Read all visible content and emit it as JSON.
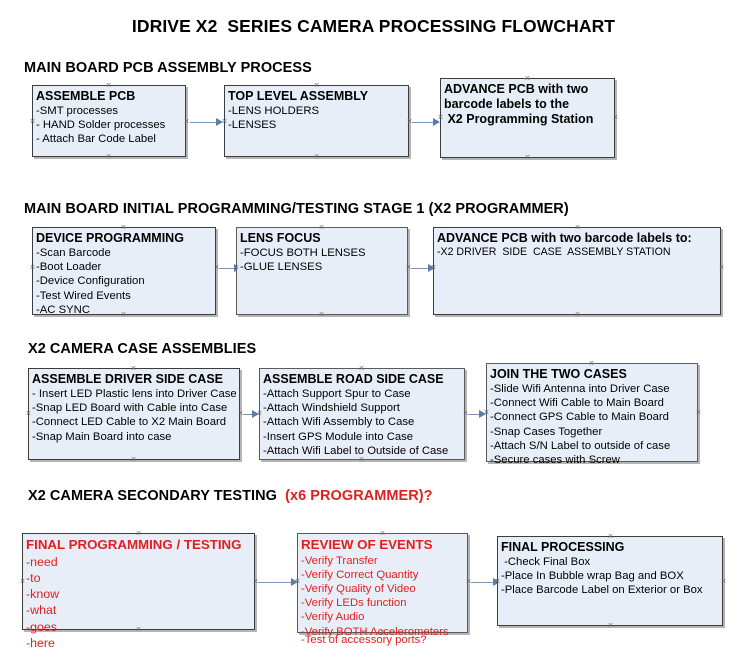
{
  "document": {
    "title": "IDRIVE X2  SERIES CAMERA PROCESSING FLOWCHART"
  },
  "sections": [
    {
      "id": "main-board-pcb-assembly",
      "heading": "MAIN BOARD PCB ASSEMBLY PROCESS",
      "heading_accent": "",
      "nodes": [
        {
          "id": "assemble-pcb",
          "title": "ASSEMBLE PCB",
          "lines": [
            "-SMT processes",
            "- HAND Solder processes",
            "- Attach Bar Code Label"
          ]
        },
        {
          "id": "top-level-assembly",
          "title": "TOP LEVEL ASSEMBLY",
          "lines": [
            "-LENS HOLDERS",
            "-LENSES"
          ]
        },
        {
          "id": "advance-pcb-to-x2-programming-station",
          "title": "ADVANCE PCB with two",
          "lines": [
            "barcode labels to the",
            " X2 Programming Station"
          ]
        }
      ]
    },
    {
      "id": "main-board-initial-programming",
      "heading": "MAIN BOARD INITIAL PROGRAMMING/TESTING STAGE 1 (X2 PROGRAMMER)",
      "heading_accent": "",
      "nodes": [
        {
          "id": "device-programming",
          "title": "DEVICE PROGRAMMING",
          "lines": [
            "-Scan Barcode",
            "-Boot Loader",
            "-Device Configuration",
            "-Test Wired Events",
            "-AC SYNC"
          ]
        },
        {
          "id": "lens-focus",
          "title": "LENS FOCUS",
          "lines": [
            "-FOCUS BOTH LENSES",
            "-GLUE LENSES"
          ]
        },
        {
          "id": "advance-pcb-to-driver-side-case-station",
          "title": "ADVANCE PCB with two barcode labels to:",
          "lines": [
            "-X2 DRIVER  SIDE  CASE  ASSEMBLY STATION"
          ]
        }
      ]
    },
    {
      "id": "x2-camera-case-assemblies",
      "heading": "X2 CAMERA CASE ASSEMBLIES",
      "heading_accent": "",
      "nodes": [
        {
          "id": "assemble-driver-side-case",
          "title": "ASSEMBLE DRIVER SIDE CASE",
          "lines": [
            "- Insert LED Plastic lens into Driver Case",
            "-Snap LED Board with Cable into Case",
            "-Connect LED Cable to X2 Main Board",
            "-Snap Main Board into case"
          ]
        },
        {
          "id": "assemble-road-side-case",
          "title": "ASSEMBLE ROAD SIDE CASE",
          "lines": [
            "-Attach Support Spur to Case",
            "-Attach Windshield Support",
            "-Attach Wifi Assembly to Case",
            "-Insert GPS Module into Case",
            "-Attach Wifi Label to Outside of Case"
          ]
        },
        {
          "id": "join-the-two-cases",
          "title": "JOIN THE TWO CASES",
          "lines": [
            "-Slide Wifi Antenna into Driver Case",
            "-Connect Wifi Cable to Main Board",
            "-Connect GPS Cable to Main Board",
            "-Snap Cases Together",
            "-Attach S/N Label to outside of case",
            "-Secure cases with Screw"
          ]
        }
      ]
    },
    {
      "id": "x2-camera-secondary-testing",
      "heading": "X2 CAMERA SECONDARY TESTING ",
      "heading_accent": " (x6 PROGRAMMER)?",
      "nodes": [
        {
          "id": "final-programming-testing",
          "title": "FINAL PROGRAMMING / TESTING",
          "lines": [
            "-need",
            "-to",
            "-know",
            "-what",
            "-goes",
            "-here"
          ]
        },
        {
          "id": "review-of-events",
          "title": "REVIEW OF EVENTS",
          "lines": [
            "-Verify Transfer",
            "-Verify Correct Quantity",
            "-Verify Quality of Video",
            "-Verify LEDs function",
            "-Verify Audio",
            "-Verify BOTH Accelerometers"
          ],
          "overflow_line": "-Test of accessory ports?"
        },
        {
          "id": "final-processing",
          "title": "FINAL PROCESSING",
          "lines": [
            " -Check Final Box",
            "-Place In Bubble wrap Bag and BOX",
            "-Place Barcode Label on Exterior or Box"
          ]
        }
      ]
    }
  ],
  "colors": {
    "node_fill": "#e8eef8",
    "node_border": "#3c3c3c",
    "connector": "#7b96b8",
    "accent_red": "#e02020",
    "text": "#000000"
  }
}
